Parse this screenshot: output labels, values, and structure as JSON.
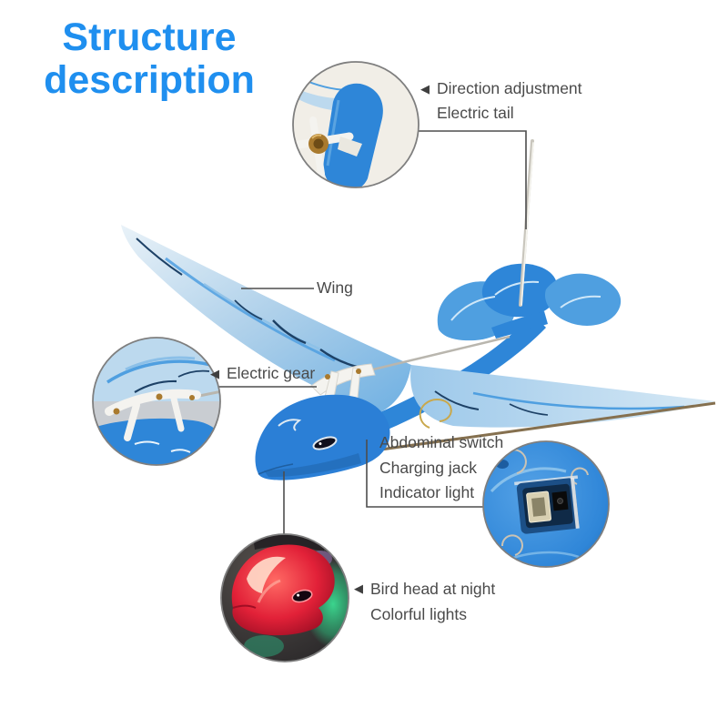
{
  "title": {
    "line1": "Structure",
    "line2": "description"
  },
  "callout_labels": {
    "tail": {
      "line1": "Direction adjustment",
      "line2": "Electric tail"
    },
    "wing": {
      "text": "Wing"
    },
    "gear": {
      "text": "Electric gear"
    },
    "abdomen": {
      "line1": "Abdominal switch",
      "line2": "Charging jack",
      "line3": "Indicator light"
    },
    "head_night": {
      "line1": "Bird head at night",
      "line2": "Colorful lights"
    }
  },
  "icons": {
    "pointer_left": "◀"
  },
  "colors": {
    "accent": "#1f8fef",
    "label_text": "#4a4a4a",
    "line_gray": "#4d4d4d",
    "ring_gray": "#7f7f7f",
    "bird_main": "#2e86d8",
    "bird_head": "#2b7fd6",
    "bird_light": "#bcd9ee",
    "bird_pale": "#e4eff7",
    "bird_streak": "#4f9fe0",
    "bird_navy": "#1d4166",
    "gold": "#c9a84c",
    "edge_brown": "#85704f",
    "mech_white": "#f4f3ef",
    "mech_shadow": "#b9b6ae",
    "brass": "#a97a2e",
    "tail_circle_bg": "#f1eee7",
    "gear_circle_bg": "#c9cdd2",
    "night_circle_bg": "#3b3837",
    "night_red": "#d01430",
    "night_green": "#2fd08c"
  }
}
